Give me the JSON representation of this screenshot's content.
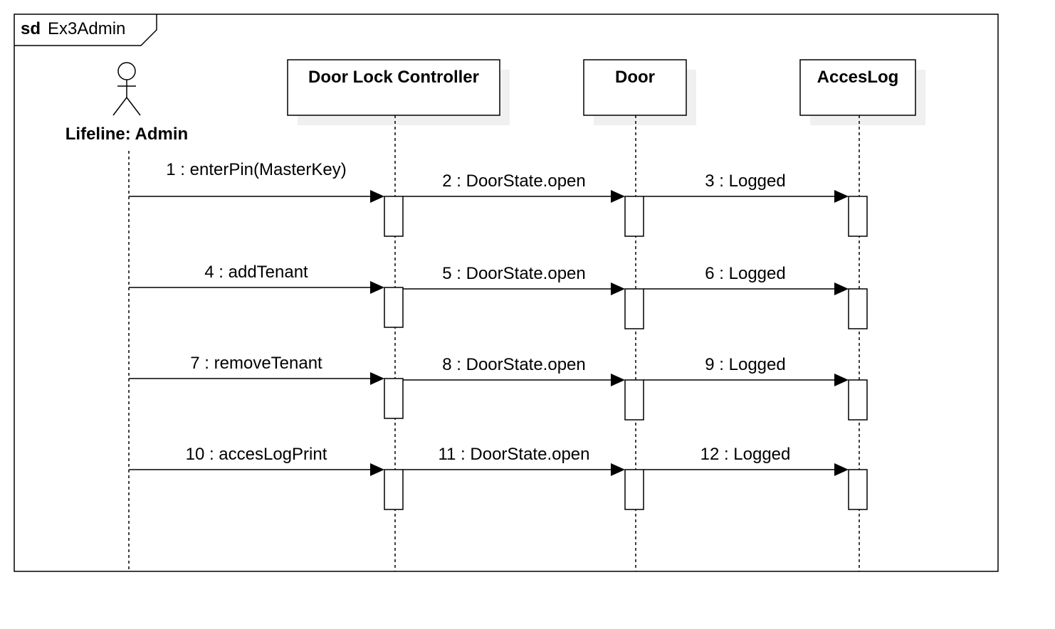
{
  "frame": {
    "keyword": "sd",
    "name": "Ex3Admin"
  },
  "actor": {
    "label": "Lifeline: Admin"
  },
  "lifelines": [
    {
      "label": "Door Lock Controller"
    },
    {
      "label": "Door"
    },
    {
      "label": "AccesLog"
    }
  ],
  "messages": [
    {
      "label": "1 : enterPin(MasterKey)",
      "from": "actor",
      "to": 0
    },
    {
      "label": "2 : DoorState.open",
      "from": 0,
      "to": 1
    },
    {
      "label": "3 : Logged",
      "from": 1,
      "to": 2
    },
    {
      "label": "4 : addTenant",
      "from": "actor",
      "to": 0
    },
    {
      "label": "5 : DoorState.open",
      "from": 0,
      "to": 1
    },
    {
      "label": "6 : Logged",
      "from": 1,
      "to": 2
    },
    {
      "label": "7 : removeTenant",
      "from": "actor",
      "to": 0
    },
    {
      "label": "8 : DoorState.open",
      "from": 0,
      "to": 1
    },
    {
      "label": "9 : Logged",
      "from": 1,
      "to": 2
    },
    {
      "label": "10 : accesLogPrint",
      "from": "actor",
      "to": 0
    },
    {
      "label": "11 : DoorState.open",
      "from": 0,
      "to": 1
    },
    {
      "label": "12 : Logged",
      "from": 1,
      "to": 2
    }
  ]
}
